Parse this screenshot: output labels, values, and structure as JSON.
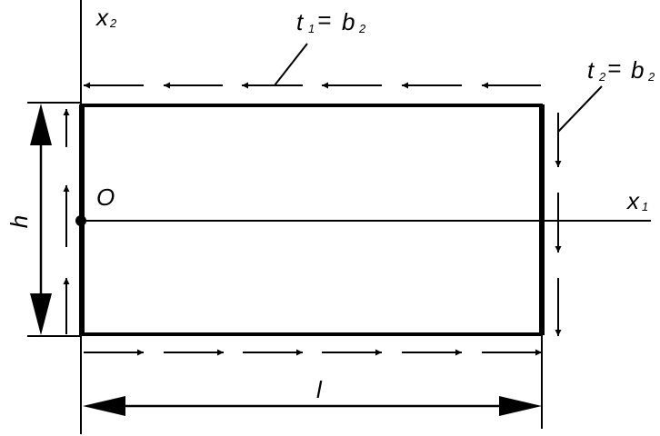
{
  "labels": {
    "x2_main": "x",
    "x2_sub": "2",
    "x1_main": "x",
    "x1_sub": "1",
    "origin": "O",
    "height": "h",
    "length": "l",
    "t1_t": "t",
    "t1_sub": "1",
    "t1_eq": "=",
    "t1_b": "b",
    "t1_bsub": "2",
    "t2_t": "t",
    "t2_sub": "2",
    "t2_eq": "=",
    "t2_b": "b",
    "t2_bsub": "2"
  },
  "colors": {
    "stroke": "#000000",
    "background": "#ffffff"
  }
}
